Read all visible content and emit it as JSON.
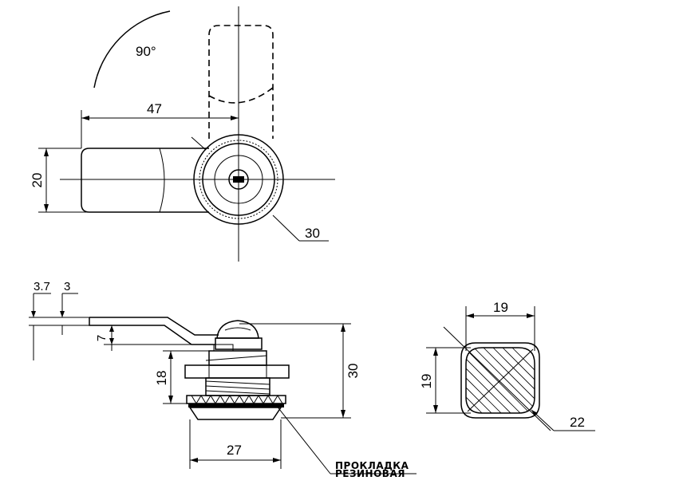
{
  "top_view": {
    "angle_label": "90°",
    "dim_length": "47",
    "dim_height": "20",
    "dim_diameter": "30"
  },
  "side_view": {
    "dim_lever_offset": "3.7",
    "dim_lever_thickness": "3",
    "dim_step": "7",
    "dim_thread": "18",
    "dim_total_height": "30",
    "dim_washer_width": "27",
    "note_line1": "ПРОКЛАДКА",
    "note_line2": "РЕЗИНОВАЯ"
  },
  "section_view": {
    "dim_width": "19",
    "dim_height": "19",
    "dim_corner": "22"
  }
}
